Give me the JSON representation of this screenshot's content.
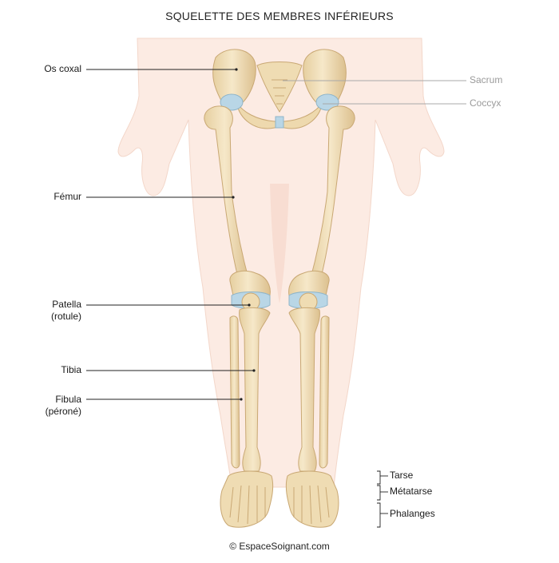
{
  "title": "SQUELETTE DES MEMBRES INFÉRIEURS",
  "labels": {
    "os_coxal": "Os coxal",
    "femur": "Fémur",
    "patella_line1": "Patella",
    "patella_line2": "(rotule)",
    "tibia": "Tibia",
    "fibula_line1": "Fibula",
    "fibula_line2": "(péroné)",
    "sacrum": "Sacrum",
    "coccyx": "Coccyx",
    "tarse": "Tarse",
    "metatarse": "Métatarse",
    "phalanges": "Phalanges"
  },
  "credit": "© EspaceSoignant.com",
  "colors": {
    "skin": "#fbe6dc",
    "bone": "#f3e2bf",
    "bone_shade": "#d9bf8c",
    "cartilage": "#b9d6e6",
    "leader_dark": "#222222",
    "leader_grey": "#a8a8a8"
  }
}
